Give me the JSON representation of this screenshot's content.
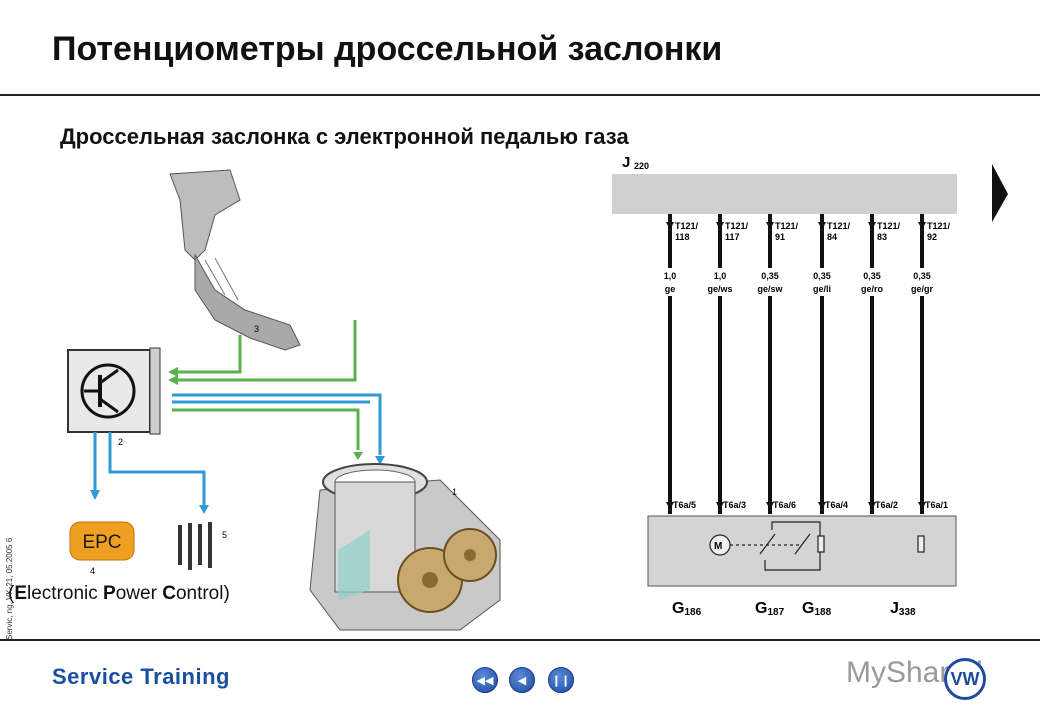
{
  "slide": {
    "title": "Потенциометры дроссельной заслонки",
    "subtitle": "Дроссельная заслонка с электронной педалью газа",
    "side_info": "Servic, ng, VK-21, 05.2005   6",
    "epc_caption": {
      "open": "(",
      "e": "E",
      "e_rest": "lectronic ",
      "p": "P",
      "p_rest": "ower ",
      "c": "C",
      "c_rest": "ontrol)"
    },
    "footer_brand": "Service  Training",
    "watermark": "MyShared",
    "vw_logo": "VW"
  },
  "illustration": {
    "epc_lamp": "EPC",
    "labels": {
      "n1": "1",
      "n2": "2",
      "n3": "3",
      "n4": "4",
      "n5": "5"
    },
    "colors": {
      "green": "#5ab04a",
      "blue": "#2e9bd6",
      "epc_orange": "#f0a020"
    }
  },
  "wiring": {
    "ecu_label": "J",
    "ecu_sub": "220",
    "wires": [
      {
        "pin_top": "T121/",
        "pin_num": "118",
        "gauge": "1,0",
        "color": "ge",
        "pin_bottom": "T6a/5"
      },
      {
        "pin_top": "T121/",
        "pin_num": "117",
        "gauge": "1,0",
        "color": "ge/ws",
        "pin_bottom": "T6a/3"
      },
      {
        "pin_top": "T121/",
        "pin_num": "91",
        "gauge": "0,35",
        "color": "ge/sw",
        "pin_bottom": "T6a/6"
      },
      {
        "pin_top": "T121/",
        "pin_num": "84",
        "gauge": "0,35",
        "color": "ge/li",
        "pin_bottom": "T6a/4"
      },
      {
        "pin_top": "T121/",
        "pin_num": "83",
        "gauge": "0,35",
        "color": "ge/ro",
        "pin_bottom": "T6a/2"
      },
      {
        "pin_top": "T121/",
        "pin_num": "92",
        "gauge": "0,35",
        "color": "ge/gr",
        "pin_bottom": "T6a/1"
      }
    ],
    "motor": "M",
    "components": [
      {
        "letter": "G",
        "sub": "186"
      },
      {
        "letter": "G",
        "sub": "187"
      },
      {
        "letter": "G",
        "sub": "188"
      },
      {
        "letter": "J",
        "sub": "338"
      }
    ],
    "colors": {
      "bar": "#cfcfcf",
      "box": "#d4d4d4"
    }
  },
  "nav": {
    "first_icon": "rewind-icon",
    "prev_icon": "back-icon",
    "pause_icon": "pause-icon"
  }
}
